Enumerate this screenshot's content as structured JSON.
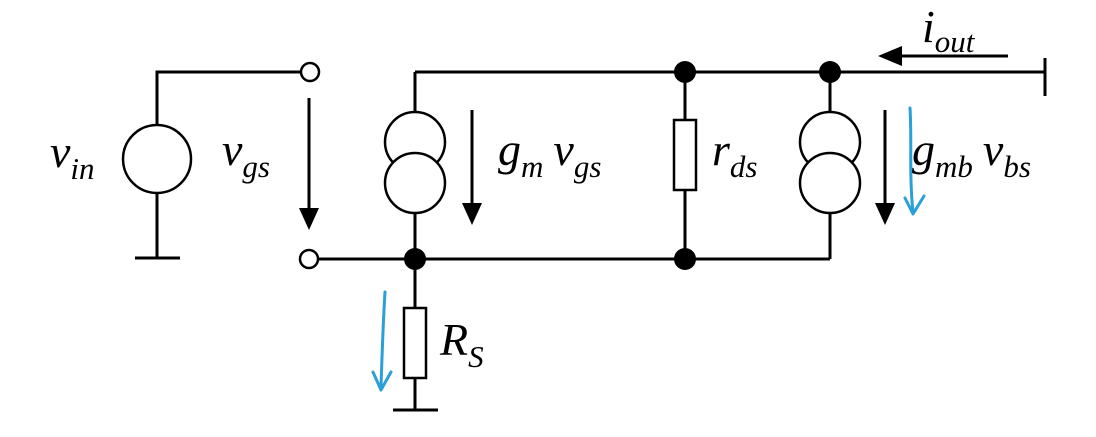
{
  "labels": {
    "vin": {
      "main": "v",
      "sub": "in"
    },
    "vgs": {
      "main": "v",
      "sub": "gs"
    },
    "gm_vgs": {
      "g": "g",
      "g_sub": "m",
      "v": "v",
      "v_sub": "gs"
    },
    "rds": {
      "main": "r",
      "sub": "ds"
    },
    "gmb_vbs": {
      "g": "g",
      "g_sub": "mb",
      "v": "v",
      "v_sub": "bs"
    },
    "iout": {
      "main": "i",
      "sub": "out"
    },
    "rs": {
      "main": "R",
      "sub": "S"
    }
  },
  "colors": {
    "wire": "#000000",
    "annotation": "#2a9fd8"
  }
}
